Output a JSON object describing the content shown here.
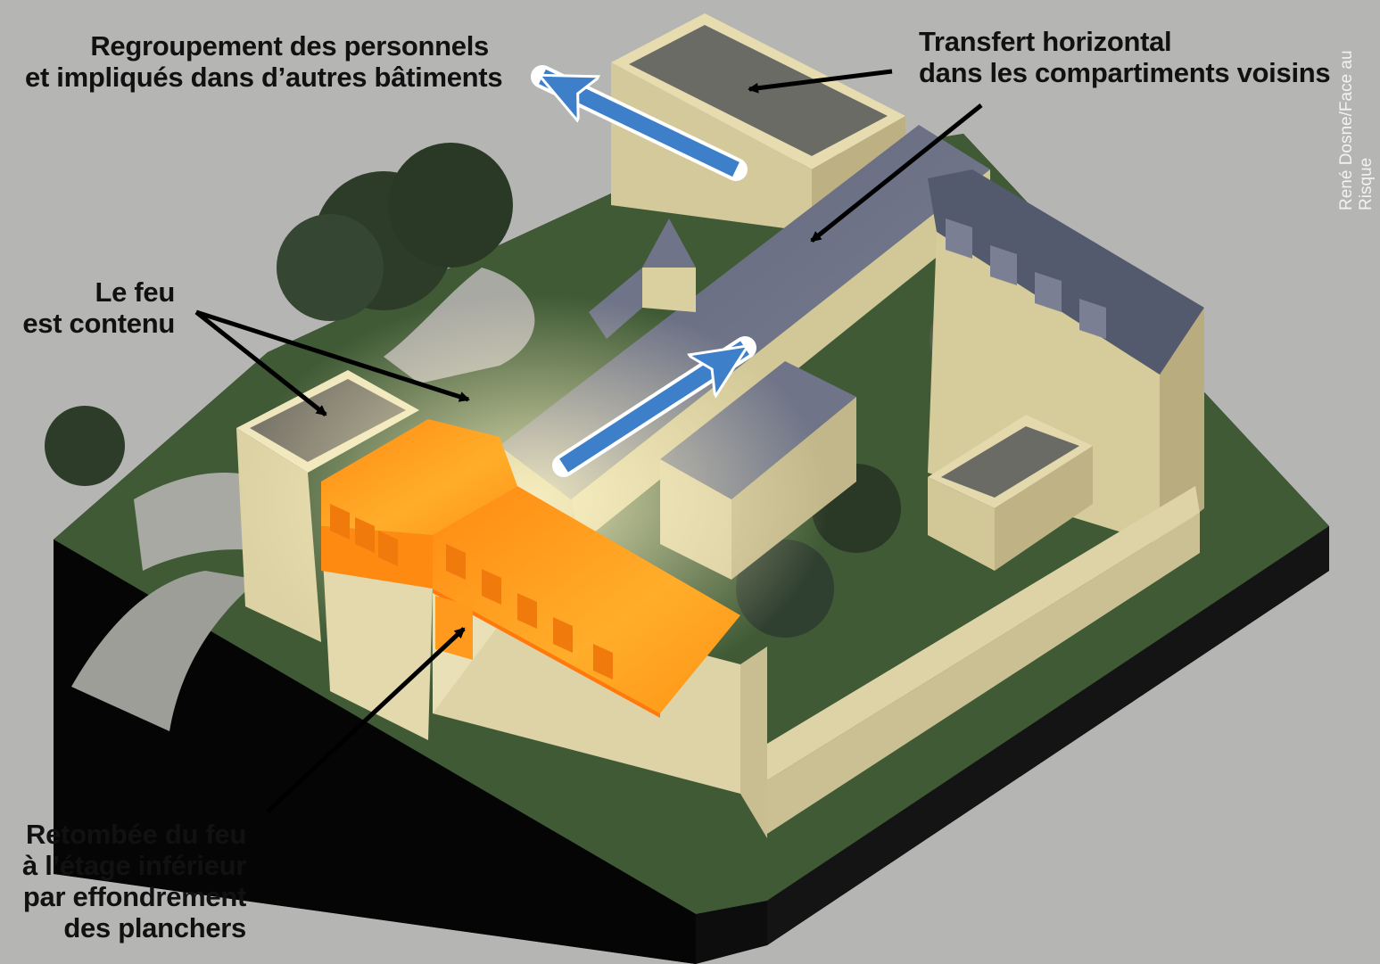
{
  "labels": {
    "regroupement": {
      "line1": "Regroupement des personnels",
      "line2": "et impliqués dans d’autres bâtiments"
    },
    "transfert": {
      "line1": "Transfert horizontal",
      "line2": "dans les compartiments voisins"
    },
    "feu_contenu": {
      "line1": "Le feu",
      "line2": "est contenu"
    },
    "retombee": {
      "line1": "Retombée du feu",
      "line2": "à l’étage inférieur",
      "line3": "par effondrement",
      "line4": "des planchers"
    }
  },
  "credit": "René Dosne/Face au Risque",
  "colors": {
    "background": "#b5b5b4",
    "grass": "#3f5a35",
    "base_side": "#0d0d0d",
    "wall": "#d8cfa6",
    "slate_roof": "#6f7488",
    "fire_roof": "#ff9a1e",
    "flat_roof": "#6b6b66",
    "flow_arrow": "#3d7fc9",
    "pointer_arrow": "#000000",
    "text": "#111111"
  }
}
